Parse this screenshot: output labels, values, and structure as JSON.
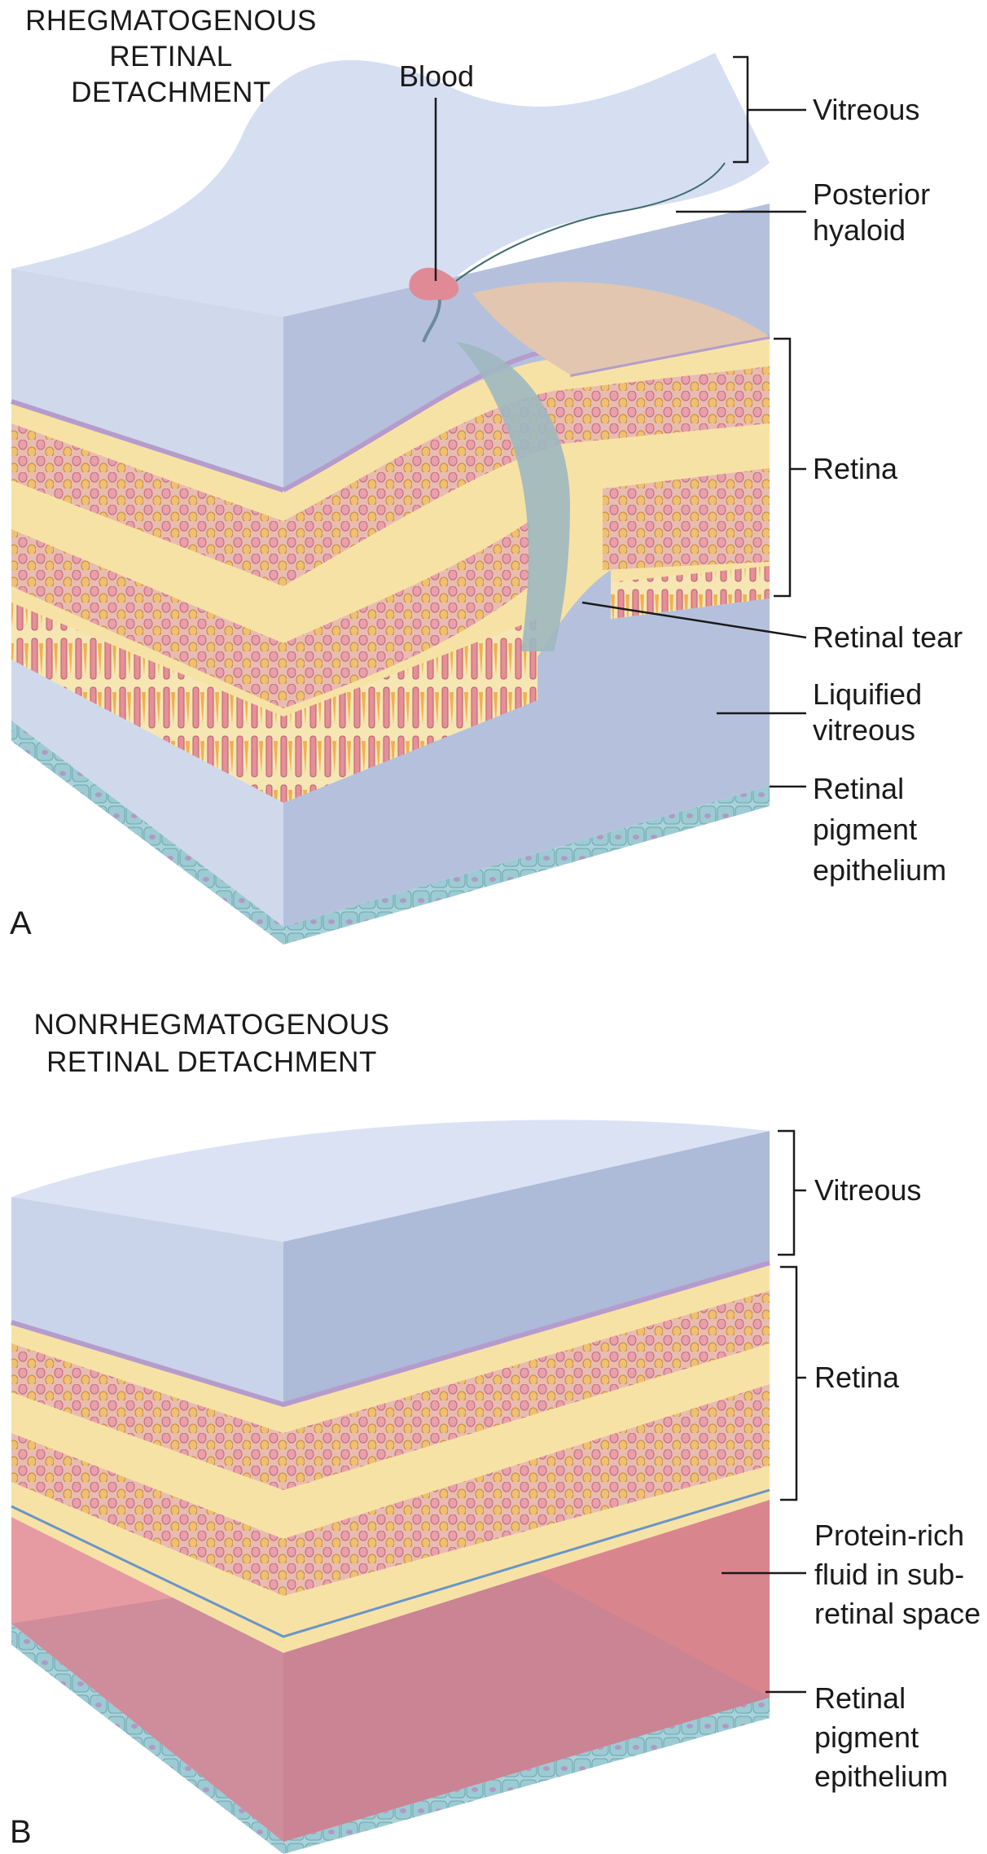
{
  "panel_a": {
    "letter": "A",
    "title": [
      "RHEGMATOGENOUS",
      "RETINAL",
      "DETACHMENT"
    ],
    "labels": {
      "blood": "Blood",
      "vitreous": "Vitreous",
      "posterior_hyaloid": [
        "Posterior",
        "hyaloid"
      ],
      "retina": "Retina",
      "retinal_tear": "Retinal tear",
      "liquified_vitreous": [
        "Liquified",
        "vitreous"
      ],
      "rpe": [
        "Retinal",
        "pigment",
        "epithelium"
      ]
    }
  },
  "panel_b": {
    "letter": "B",
    "title": [
      "NONRHEGMATOGENOUS",
      "RETINAL DETACHMENT"
    ],
    "labels": {
      "vitreous": "Vitreous",
      "retina": "Retina",
      "fluid": [
        "Protein-rich",
        "fluid in sub-",
        "retinal space"
      ],
      "rpe": [
        "Retinal",
        "pigment",
        "epithelium"
      ]
    }
  },
  "colors": {
    "vitreous": "#b9c6e4",
    "retina_fiber": "#f7e2a6",
    "nuclear_layer": "#e8b8b0",
    "ilm": "#b59ccc",
    "rpe": "#9fcdd4",
    "subretinal_fluid": "#dd8690"
  }
}
